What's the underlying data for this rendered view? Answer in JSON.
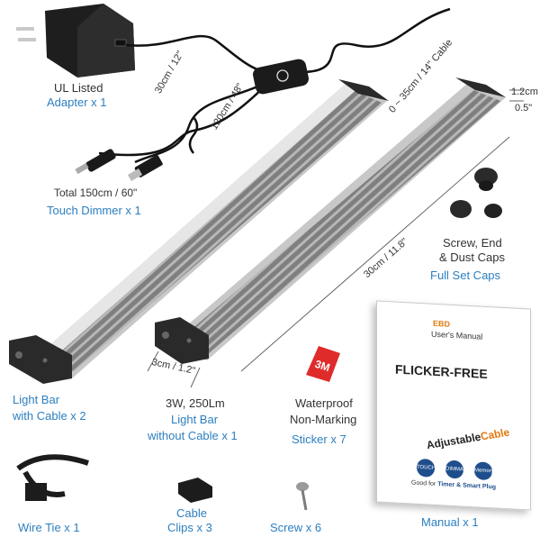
{
  "adapter": {
    "line1": "UL Listed",
    "line2": "Adapter x 1"
  },
  "cable_dims": {
    "short": "30cm / 12\"",
    "long": "120cm / 48\"",
    "total": "Total 150cm / 60\"",
    "extra": "0 ~ 35cm / 14\" Cable"
  },
  "dimmer": {
    "label": "Touch Dimmer x 1"
  },
  "bar_dims": {
    "thickness_a": "1.2cm",
    "thickness_b": "0.5\"",
    "length": "30cm / 11.8\"",
    "width": "3cm / 1.2\""
  },
  "caps": {
    "line1": "Screw, End",
    "line2": "& Dust Caps",
    "line3": "Full Set Caps"
  },
  "bar_with_cable": {
    "line1": "Light Bar",
    "line2": "with Cable x 2"
  },
  "bar_without_cable": {
    "spec": "3W, 250Lm",
    "line1": "Light Bar",
    "line2": "without Cable x 1"
  },
  "sticker": {
    "logo": "3M",
    "line1": "Waterproof",
    "line2": "Non-Marking",
    "line3": "Sticker x 7"
  },
  "wire_tie": {
    "label": "Wire Tie x 1"
  },
  "clips": {
    "line1": "Cable",
    "line2": "Clips x 3"
  },
  "screw": {
    "label": "Screw x 6"
  },
  "manual": {
    "brand": "EBD",
    "title": "User's Manual",
    "headline": "FLICKER-FREE",
    "adj_a": "Adjustable",
    "adj_b": "Cable",
    "good_a": "Good for",
    "good_b": "Timer & Smart Plug",
    "icon1": "TOUCH",
    "icon2": "DIMMABLE",
    "icon3": "Memory",
    "label": "Manual x 1"
  },
  "colors": {
    "blue_label": "#2c7fc0",
    "gray_label": "#333333",
    "accent_orange": "#e07a10",
    "housing": "#2b2b2b",
    "aluminum": "#cfcfcf"
  }
}
